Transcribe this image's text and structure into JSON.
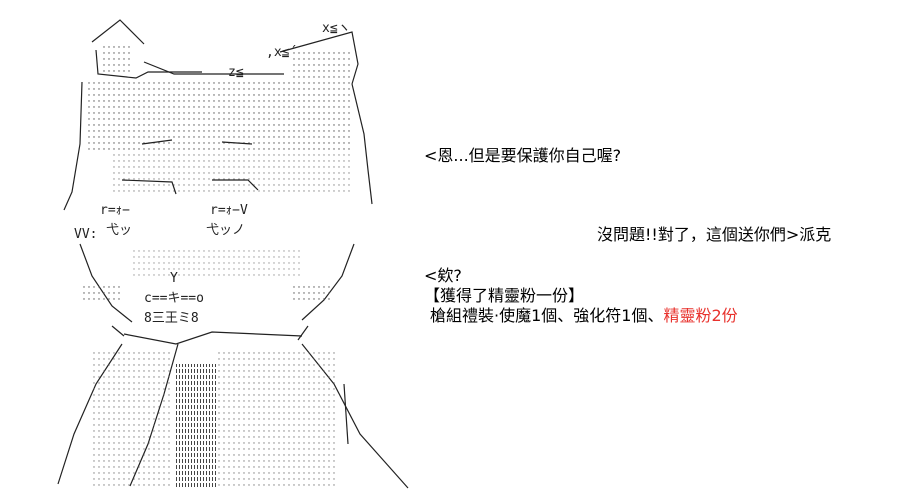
{
  "dialogue": {
    "line1": "<恩...但是要保護你自己喔?",
    "line2": "沒問題!!對了，這個送你們>派克",
    "line3": "<欸?",
    "line4": "【獲得了精靈粉一份】",
    "line5_prefix": "槍組禮裝·使魔1個、強化符1個、",
    "line5_highlight": "精靈粉2份"
  },
  "colors": {
    "background": "#ffffff",
    "text": "#000000",
    "highlight": "#e8322d",
    "art_stroke": "#222222"
  },
  "art_text": {
    "ear_right_top": "x≦ヽ",
    "ear_right_mid": ",x≦´",
    "ear_left_z": "z≦",
    "eye_left": "r=ｫ−",
    "eye_right": "r=ｫ−V",
    "cheek_left": "弋ッ",
    "cheek_right": "弋ッノ",
    "vv": "VV:",
    "mouth_y": "Y",
    "chin": "c==キ==o",
    "chin_lower": "8三王ミ8"
  }
}
